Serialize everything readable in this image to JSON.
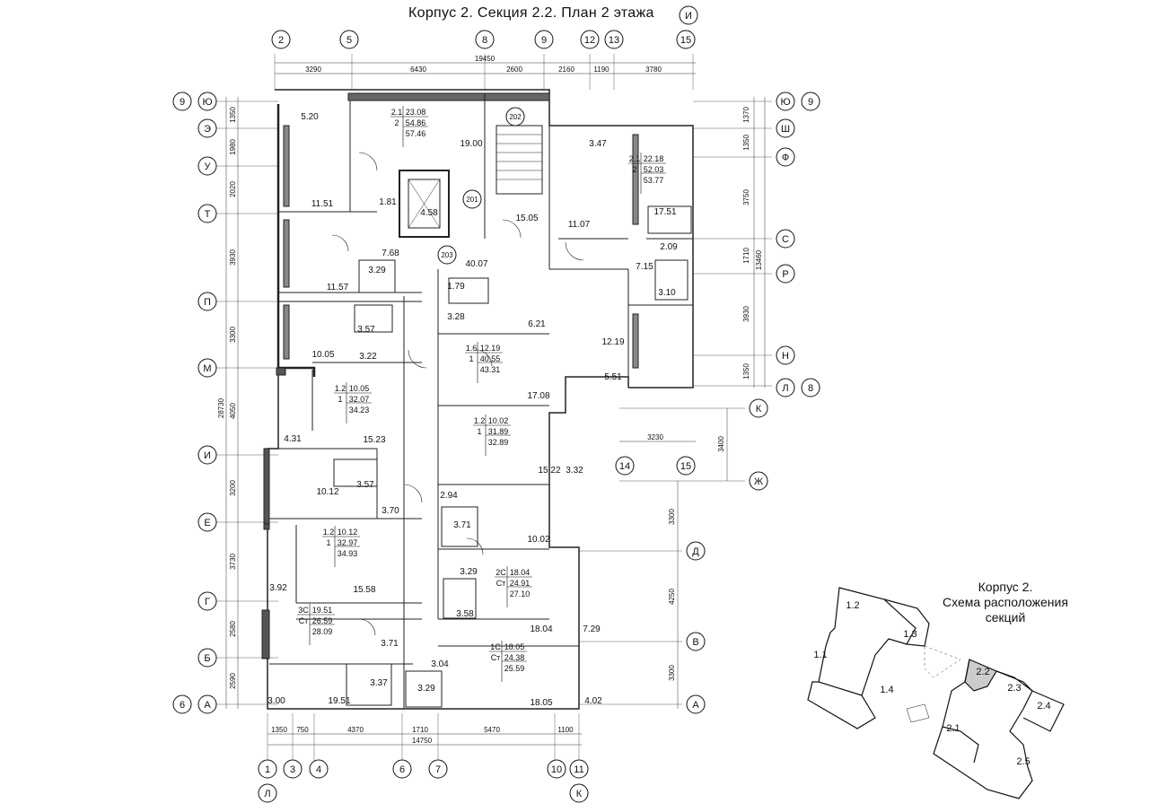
{
  "title": "Корпус 2. Секция 2.2. План 2 этажа",
  "title_axis": "И",
  "scheme_title": [
    "Корпус 2.",
    "Схема расположения",
    "секций"
  ],
  "top_axes": [
    "2",
    "5",
    "8",
    "9",
    "12",
    "13",
    "15"
  ],
  "top_dims": [
    "3290",
    "6430",
    "2600",
    "2160",
    "1190",
    "3780"
  ],
  "top_total": "19450",
  "bottom_axes_row1": [
    "1",
    "3",
    "4",
    "6",
    "7",
    "10",
    "11"
  ],
  "bottom_axes_row2": [
    "Л",
    "К"
  ],
  "bottom_dims": [
    "1350",
    "750",
    "4370",
    "1710",
    "5470",
    "1100"
  ],
  "bottom_total": "14750",
  "left_axes": [
    {
      "pre": "9",
      "letter": "Ю"
    },
    {
      "letter": "Э"
    },
    {
      "letter": "У"
    },
    {
      "letter": "Т"
    },
    {
      "letter": "П"
    },
    {
      "letter": "М"
    },
    {
      "letter": "И"
    },
    {
      "letter": "Е"
    },
    {
      "letter": "Г"
    },
    {
      "letter": "Б"
    },
    {
      "pre": "6",
      "letter": "А"
    }
  ],
  "left_dims": [
    "1350",
    "1980",
    "2020",
    "3930",
    "3300",
    "4050",
    "3200",
    "3730",
    "2580",
    "2590"
  ],
  "left_total": "28730",
  "right_axes": [
    {
      "letter": "Ю",
      "post": "9"
    },
    {
      "letter": "Ш"
    },
    {
      "letter": "Ф"
    },
    {
      "letter": "С"
    },
    {
      "letter": "Р"
    },
    {
      "letter": "Н"
    },
    {
      "letter": "Л",
      "post": "8"
    }
  ],
  "right_dims": [
    "1370",
    "1350",
    "3750",
    "1710",
    "3930",
    "1350"
  ],
  "right_total": "13460",
  "right_lower_axes": [
    "К",
    "Ж",
    "Д",
    "В",
    "А"
  ],
  "right_lower_dims": [
    "3400",
    "3300",
    "4250",
    "3300"
  ],
  "mid_axes": [
    "14",
    "15"
  ],
  "mid_dim": "3230",
  "apartments": [
    {
      "l1": "2.1",
      "v1": "23.08",
      "l2": "2",
      "v2": "54.86",
      "v3": "57.46"
    },
    {
      "l1": "2.1",
      "v1": "22.18",
      "l2": "2",
      "v2": "52.03",
      "v3": "53.77"
    },
    {
      "l1": "1.6",
      "v1": "12.19",
      "l2": "1",
      "v2": "40.55",
      "v3": "43.31"
    },
    {
      "l1": "1.2",
      "v1": "10.05",
      "l2": "1",
      "v2": "32.07",
      "v3": "34.23"
    },
    {
      "l1": "1.2",
      "v1": "10.02",
      "l2": "1",
      "v2": "31.89",
      "v3": "32.89"
    },
    {
      "l1": "1.2",
      "v1": "10.12",
      "l2": "1",
      "v2": "32.97",
      "v3": "34.93"
    },
    {
      "l1": "2С",
      "v1": "18.04",
      "l2": "Ст",
      "v2": "24.91",
      "v3": "27.10"
    },
    {
      "l1": "3С",
      "v1": "19.51",
      "l2": "Ст",
      "v2": "26.59",
      "v3": "28.09"
    },
    {
      "l1": "1С",
      "v1": "18.05",
      "l2": "Ст",
      "v2": "24.38",
      "v3": "25.59"
    }
  ],
  "circle_marks": [
    "202",
    "201",
    "203"
  ],
  "room_areas": [
    "5.20",
    "19.00",
    "3.47",
    "11.51",
    "1.81",
    "4.58",
    "15.05",
    "11.07",
    "17.51",
    "7.68",
    "2.09",
    "3.29",
    "40.07",
    "7.15",
    "11.57",
    "1.79",
    "3.10",
    "3.28",
    "6.21",
    "3.57",
    "12.19",
    "10.05",
    "3.22",
    "5.51",
    "17.08",
    "4.31",
    "15.23",
    "15.22",
    "3.32",
    "10.12",
    "3.57",
    "2.94",
    "3.70",
    "3.71",
    "10.02",
    "3.29",
    "3.92",
    "15.58",
    "3.58",
    "7.29",
    "18.04",
    "3.71",
    "3.04",
    "3.37",
    "3.29",
    "3.00",
    "19.51",
    "18.05",
    "4.02"
  ],
  "scheme_sections": [
    "1.2",
    "1.3",
    "1.1",
    "1.4",
    "2.2",
    "2.3",
    "2.4",
    "2.1",
    "2.5"
  ]
}
